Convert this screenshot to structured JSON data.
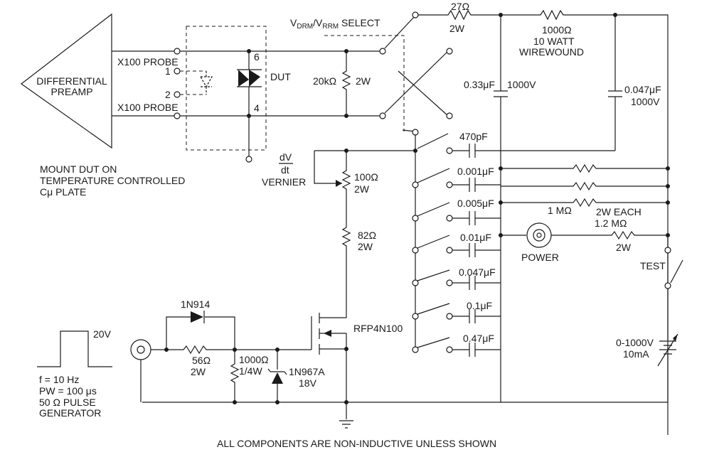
{
  "preamp": {
    "label_line1": "DIFFERENTIAL",
    "label_line2": "PREAMP"
  },
  "probes": {
    "top": "X100 PROBE",
    "bottom": "X100 PROBE"
  },
  "dut": {
    "label": "DUT",
    "pin_6": "6",
    "pin_4": "4",
    "pin_1": "1",
    "pin_2": "2"
  },
  "mount_note": [
    "MOUNT DUT ON",
    "TEMPERATURE CONTROLLED",
    "Cμ PLATE"
  ],
  "resistors": {
    "r20k": {
      "value": "20kΩ",
      "rating": "2W"
    },
    "r27": {
      "value": "27Ω",
      "rating": "2W"
    },
    "r1000ww": {
      "value": "1000Ω",
      "rating1": "10 WATT",
      "rating2": "WIREWOUND"
    },
    "r100": {
      "value": "100Ω",
      "rating": "2W"
    },
    "r82": {
      "value": "82Ω",
      "rating": "2W"
    },
    "r56": {
      "value": "56Ω",
      "rating": "2W"
    },
    "r1000": {
      "value": "1000Ω",
      "rating": "1/4W"
    },
    "r1m": {
      "value": "1 MΩ"
    },
    "r1m2": {
      "value": "1.2 MΩ",
      "rating": "2W"
    },
    "each_note": "2W EACH"
  },
  "capacitors": {
    "c033": {
      "value": "0.33μF",
      "rating": "1000V"
    },
    "c0047": {
      "value": "0.047μF",
      "rating": "1000V"
    },
    "ladder": [
      "470pF",
      "0.001μF",
      "0.005μF",
      "0.01μF",
      "0.047μF",
      "0.1μF",
      "0.47μF"
    ]
  },
  "select": {
    "label_v": "V",
    "label_drm": "DRM",
    "label_sep": "/V",
    "label_rrm": "RRM",
    "label_rest": " SELECT"
  },
  "vernier": {
    "num": "dV",
    "den": "dt",
    "label": "VERNIER"
  },
  "mosfet": {
    "label": "RFP4N100"
  },
  "diode_1n914": {
    "label": "1N914"
  },
  "zener": {
    "label": "1N967A",
    "voltage": "18V"
  },
  "power": {
    "label": "POWER"
  },
  "test": {
    "label": "TEST"
  },
  "supply": {
    "voltage": "0-1000V",
    "current": "10mA"
  },
  "pulse": {
    "amplitude": "20V",
    "freq": "f = 10 Hz",
    "pw": "PW = 100 μs",
    "gen1": "50 Ω PULSE",
    "gen2": "GENERATOR"
  },
  "footer": "ALL COMPONENTS ARE NON-INDUCTIVE UNLESS  SHOWN"
}
